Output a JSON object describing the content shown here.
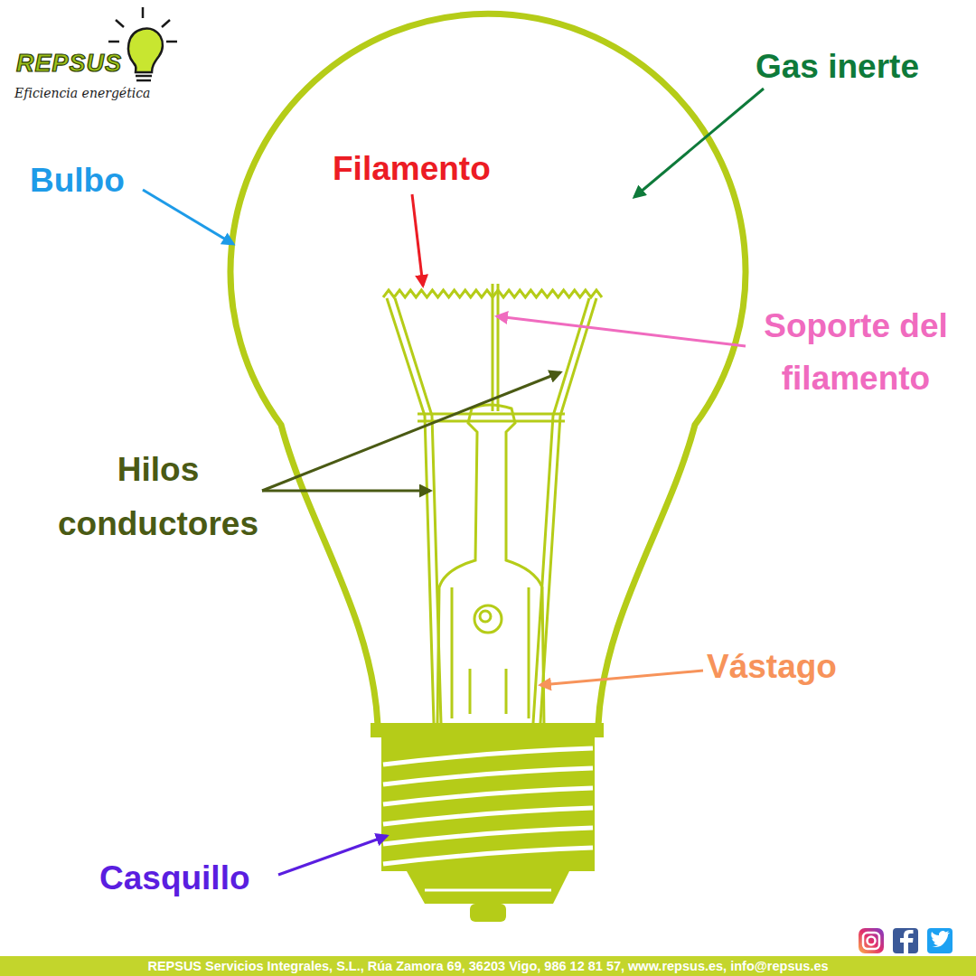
{
  "diagram": {
    "labels": [
      "REPSUS",
      "Eficiencia energética",
      "Gas inerte",
      "Bulbo",
      "Filamento",
      "Soporte del filamento",
      "Hilos conductores",
      "Vástago",
      "Casquillo",
      "REPSUS Servicios Integrales, S.L., Rúa Zamora 69, 36203 Vigo, 986 12 81 57, www.repsus.es, info@repsus.es"
    ]
  }
}
